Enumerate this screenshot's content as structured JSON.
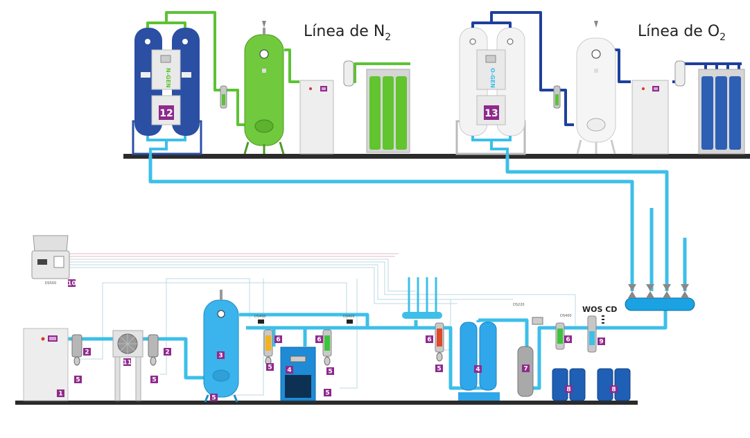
{
  "titles": {
    "n2_line": "Línea de N",
    "n2_sub": "2",
    "o2_line": "Línea de O",
    "o2_sub": "2"
  },
  "generators": {
    "n2_label": "N-GEN",
    "o2_label": "O-GEN"
  },
  "badges": {
    "compressor": "1",
    "filter_a": "2",
    "filter_b": "2",
    "receiver": "3",
    "dryer_ref": "4",
    "dryer_ads": "4",
    "drain_1": "5",
    "drain_2": "5",
    "drain_3": "5",
    "drain_4": "5",
    "drain_5": "5",
    "drain_6": "5",
    "drain_7": "5",
    "filter_yellow": "6",
    "filter_green": "6",
    "filter_red": "6",
    "filter_green2": "6",
    "carbon_tower": "7",
    "separator_1": "8",
    "separator_2": "8",
    "wos_unit": "9",
    "data_logger": "10",
    "aftercooler": "11",
    "n_gen": "12",
    "o_gen": "13"
  },
  "sensor_labels": {
    "logger": "DS500",
    "dewpoint_1": "DS400",
    "dewpoint_2": "DS400",
    "dewpoint_3": "DS220",
    "dewpoint_4": "DS400",
    "wos": "WOS CD"
  },
  "colors": {
    "air_pipe": "#3dbfe9",
    "n2_pipe": "#5dc234",
    "o2_pipe": "#1f3f9c",
    "badge": "#8e2a8b",
    "floor": "#2b2b2b",
    "tank_blue": "#3bb3ec",
    "gen_blue": "#2a4fa3",
    "tank_green": "#71c93d"
  }
}
